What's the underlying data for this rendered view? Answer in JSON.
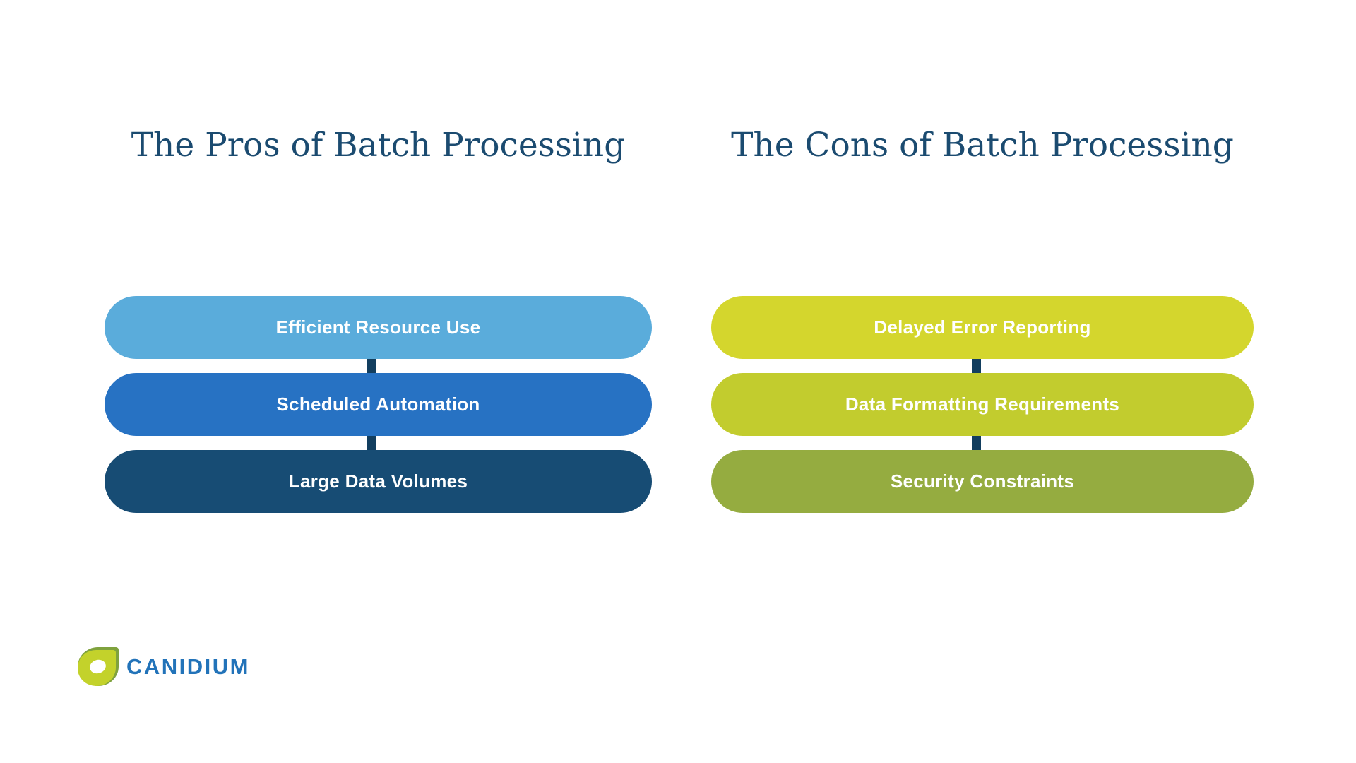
{
  "colors": {
    "background": "#FFFFFF",
    "title_text": "#1B4B70",
    "pill_text": "#FFFFFF",
    "connector": "#123E5F",
    "logo_text": "#2273B9",
    "logo_leaf_light": "#C3D22B",
    "logo_leaf_dark": "#7FA23D"
  },
  "pros": {
    "title": "The Pros of Batch Processing",
    "items": [
      {
        "label": "Efficient Resource Use",
        "color": "#5AACDB"
      },
      {
        "label": "Scheduled Automation",
        "color": "#2772C3"
      },
      {
        "label": "Large Data Volumes",
        "color": "#174C74"
      }
    ]
  },
  "cons": {
    "title": "The Cons of Batch Processing",
    "items": [
      {
        "label": "Delayed Error Reporting",
        "color": "#D4D62D"
      },
      {
        "label": "Data Formatting Requirements",
        "color": "#C2CC2E"
      },
      {
        "label": "Security Constraints",
        "color": "#95AC40"
      }
    ]
  },
  "logo": {
    "text": "CANIDIUM"
  }
}
